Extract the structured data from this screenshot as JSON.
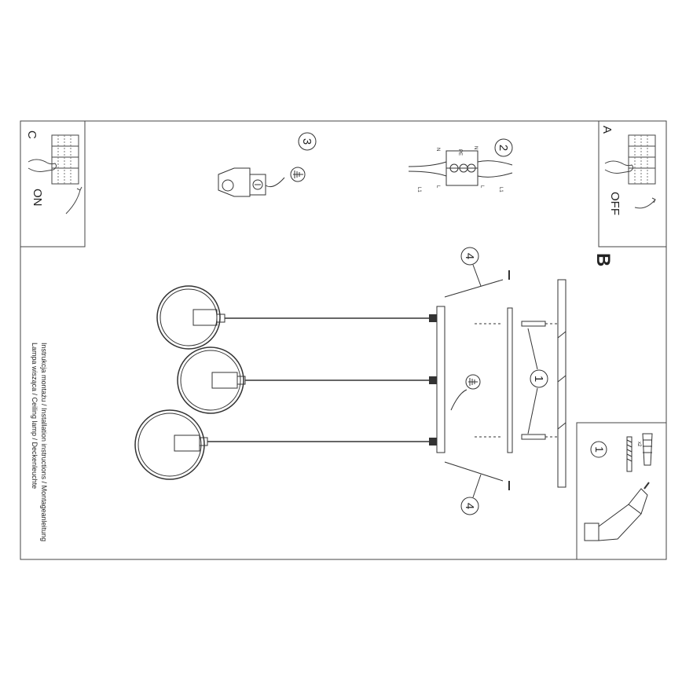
{
  "panels": {
    "a": {
      "letter": "A",
      "state": "OFF"
    },
    "b": {
      "letter": "B"
    },
    "c": {
      "letter": "C",
      "state": "ON"
    },
    "tools": {
      "number": "1",
      "qty": "x2"
    }
  },
  "callouts": {
    "wiring": "2",
    "ground": "3",
    "screws": "1",
    "cable": "4"
  },
  "wiring_labels": {
    "n": "N",
    "l": "L",
    "l1": "L1",
    "pe": "PE"
  },
  "caption": {
    "line1": "Instrukcja montażu / Installation instructions / Montageanleitung",
    "line2": "Lampa wisząca / Ceiling lamp / Deckenleuchte"
  },
  "colors": {
    "line": "#333333",
    "paper": "#ffffff"
  }
}
